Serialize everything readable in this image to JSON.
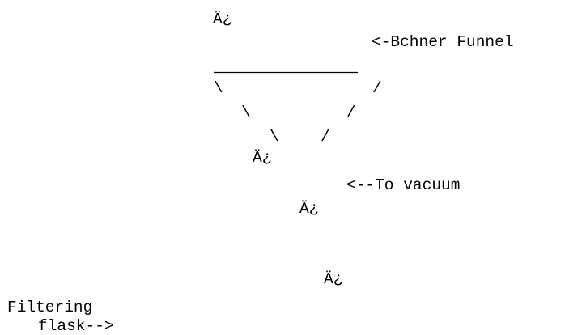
{
  "diagram": {
    "garbled_glyphs": [
      "Ä¿",
      "Ä¿",
      "Ä¿",
      "Ä¿"
    ],
    "labels": {
      "buchner_funnel": "<-Bchner Funnel",
      "to_vacuum": "<--To vacuum",
      "filtering_line1": "Filtering",
      "filtering_line2": "flask-->"
    },
    "funnel_strokes": {
      "left_side": [
        "\\",
        "\\",
        "\\"
      ],
      "right_side": [
        "/",
        "/",
        "/"
      ]
    },
    "colors": {
      "ink": "#000000",
      "background": "#ffffff"
    }
  }
}
